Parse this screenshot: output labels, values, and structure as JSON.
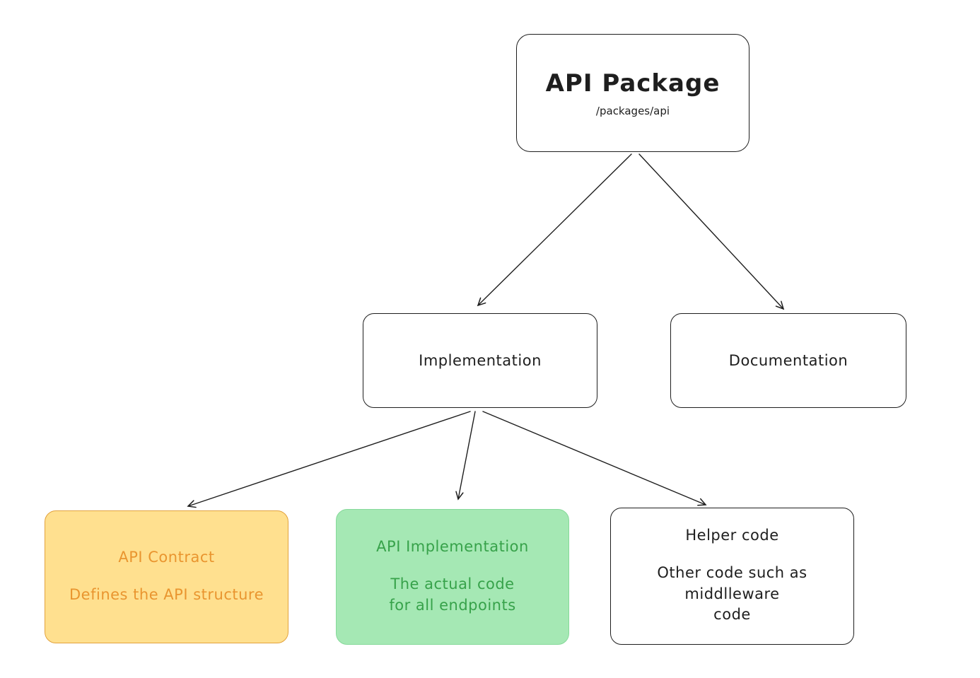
{
  "diagram": {
    "background": "#FFFFFF",
    "stroke_color": "#1E1E1E",
    "root": {
      "id": "api-package",
      "title": "API Package",
      "subtitle": "/packages/api"
    },
    "level2": [
      {
        "id": "implementation",
        "label": "Implementation"
      },
      {
        "id": "documentation",
        "label": "Documentation"
      }
    ],
    "level3": [
      {
        "id": "api-contract",
        "title": "API Contract",
        "description": "Defines the API structure",
        "fill": "#FFE08F",
        "border": "#E2A23C",
        "text_color": "#E9952F"
      },
      {
        "id": "api-implementation",
        "title": "API Implementation",
        "description": "The actual code\nfor all endpoints",
        "fill": "#A5E8B4",
        "border": "#86D99A",
        "text_color": "#37A24A"
      },
      {
        "id": "helper-code",
        "title": "Helper code",
        "description": "Other code such as\nmiddlleware\ncode",
        "fill": "#FFFFFF",
        "border": "#1E1E1E",
        "text_color": "#1E1E1E"
      }
    ],
    "edges": [
      {
        "from": "api-package",
        "to": "implementation"
      },
      {
        "from": "api-package",
        "to": "documentation"
      },
      {
        "from": "implementation",
        "to": "api-contract"
      },
      {
        "from": "implementation",
        "to": "api-implementation"
      },
      {
        "from": "implementation",
        "to": "helper-code"
      }
    ]
  }
}
